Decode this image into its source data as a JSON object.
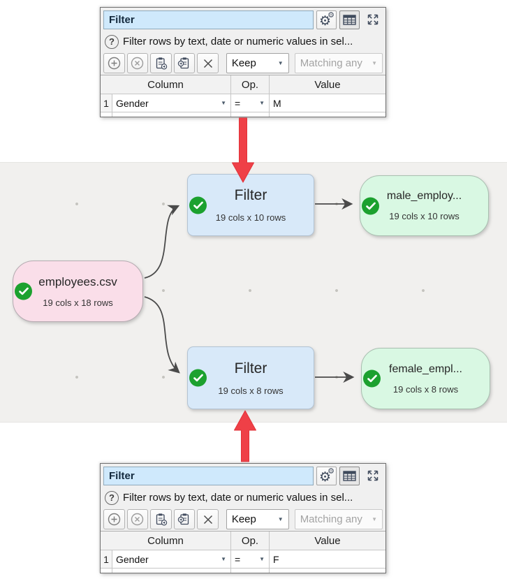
{
  "panels": {
    "top": {
      "title": "Filter",
      "help_text": "Filter rows by text, date or numeric values in sel...",
      "toolbar": {
        "keep_value": "Keep",
        "matching_value": "Matching any"
      },
      "table": {
        "col_header": "Column",
        "op_header": "Op.",
        "value_header": "Value",
        "row_num": "1",
        "column_value": "Gender",
        "op_value": "=",
        "filter_value": "M"
      }
    },
    "bottom": {
      "title": "Filter",
      "help_text": "Filter rows by text, date or numeric values in sel...",
      "toolbar": {
        "keep_value": "Keep",
        "matching_value": "Matching any"
      },
      "table": {
        "col_header": "Column",
        "op_header": "Op.",
        "value_header": "Value",
        "row_num": "1",
        "column_value": "Gender",
        "op_value": "=",
        "filter_value": "F"
      }
    }
  },
  "graph": {
    "nodes": {
      "source": {
        "title": "employees.csv",
        "subtitle": "19 cols x 18 rows"
      },
      "filter_top": {
        "title": "Filter",
        "subtitle": "19 cols x 10 rows"
      },
      "output_top": {
        "title": "male_employ...",
        "subtitle": "19 cols x 10 rows"
      },
      "filter_bottom": {
        "title": "Filter",
        "subtitle": "19 cols x 8 rows"
      },
      "output_bottom": {
        "title": "female_empl...",
        "subtitle": "19 cols x 8 rows"
      }
    }
  },
  "colors": {
    "annotation_arrow": "#ef4047",
    "source_node": "#fadee9",
    "transform_node": "#d8e9f9",
    "output_node": "#d9f8e3",
    "title_field": "#cfe9fc",
    "status_ok_green": "#1ca12f"
  }
}
